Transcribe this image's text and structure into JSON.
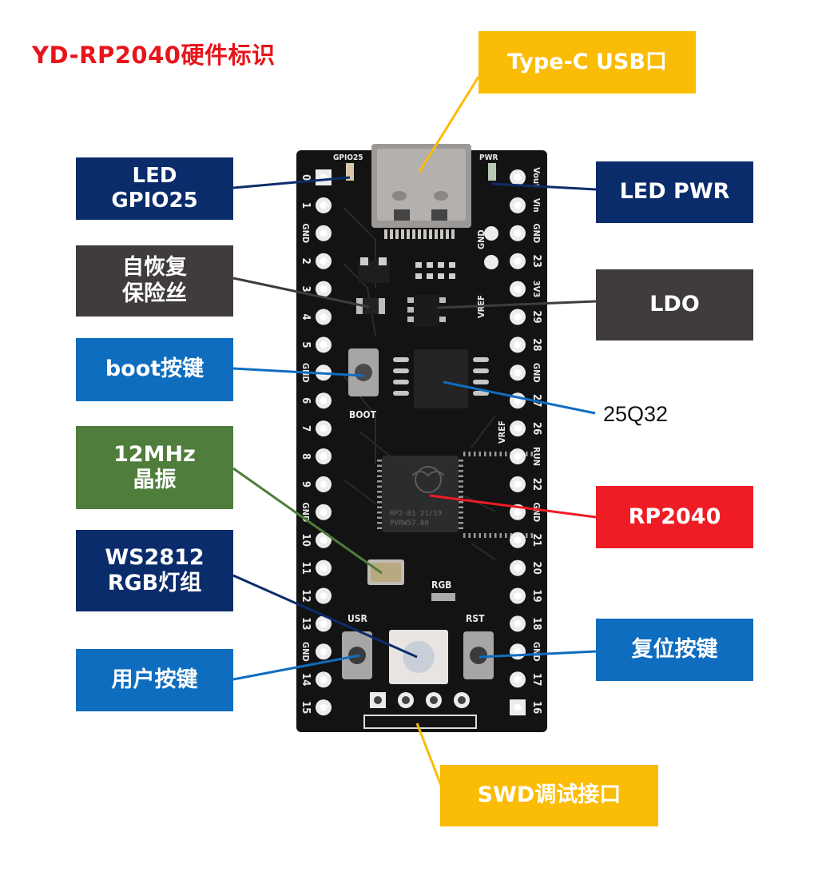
{
  "title": {
    "text": "YD-RP2040硬件标识",
    "color": "#e8141b"
  },
  "callouts": {
    "usb": {
      "lines": [
        "Type-C USB口"
      ],
      "color": "#fbbc05"
    },
    "led_gpio": {
      "lines": [
        "LED",
        "GPIO25"
      ],
      "color": "#0b2c6b"
    },
    "led_pwr": {
      "lines": [
        "LED PWR"
      ],
      "color": "#0b2c6b"
    },
    "fuse": {
      "lines": [
        "自恢复",
        "保险丝"
      ],
      "color": "#403c3e"
    },
    "ldo": {
      "lines": [
        "LDO"
      ],
      "color": "#403c3e"
    },
    "boot": {
      "lines": [
        "boot按键"
      ],
      "color": "#0f6dbf"
    },
    "flash": {
      "lines": [
        "25Q32"
      ],
      "color": "#0f6dbf"
    },
    "crystal": {
      "lines": [
        "12MHz",
        "晶振"
      ],
      "color": "#4f7d3b"
    },
    "mcu": {
      "lines": [
        "RP2040"
      ],
      "color": "#ee1c25"
    },
    "rgb": {
      "lines": [
        "WS2812",
        "RGB灯组"
      ],
      "color": "#0b2c6b"
    },
    "user_btn": {
      "lines": [
        "用户按键"
      ],
      "color": "#0f6dbf"
    },
    "reset": {
      "lines": [
        "复位按键"
      ],
      "color": "#0f6dbf"
    },
    "swd": {
      "lines": [
        "SWD调试接口"
      ],
      "color": "#fbbc05"
    }
  },
  "board": {
    "left_pins": [
      "0",
      "1",
      "GND",
      "2",
      "3",
      "4",
      "5",
      "GND",
      "6",
      "7",
      "8",
      "9",
      "GND",
      "10",
      "11",
      "12",
      "13",
      "GND",
      "14",
      "15"
    ],
    "right_pins": [
      "Vout",
      "Vin",
      "GND",
      "23",
      "3V3",
      "29",
      "28",
      "GND",
      "27",
      "26",
      "RUN",
      "22",
      "GND",
      "21",
      "20",
      "19",
      "18",
      "GND",
      "17",
      "16"
    ],
    "inner_labels": [
      "GND",
      "VREF"
    ],
    "silkscreen": {
      "gpio25": "GPIO25",
      "pwr": "PWR",
      "boot": "BOOT",
      "vref": "VREF",
      "rgb": "RGB",
      "usr": "USR",
      "rst": "RST"
    },
    "chip_marking": [
      "RP2-B1  21/19",
      "PVRW57.00"
    ]
  }
}
